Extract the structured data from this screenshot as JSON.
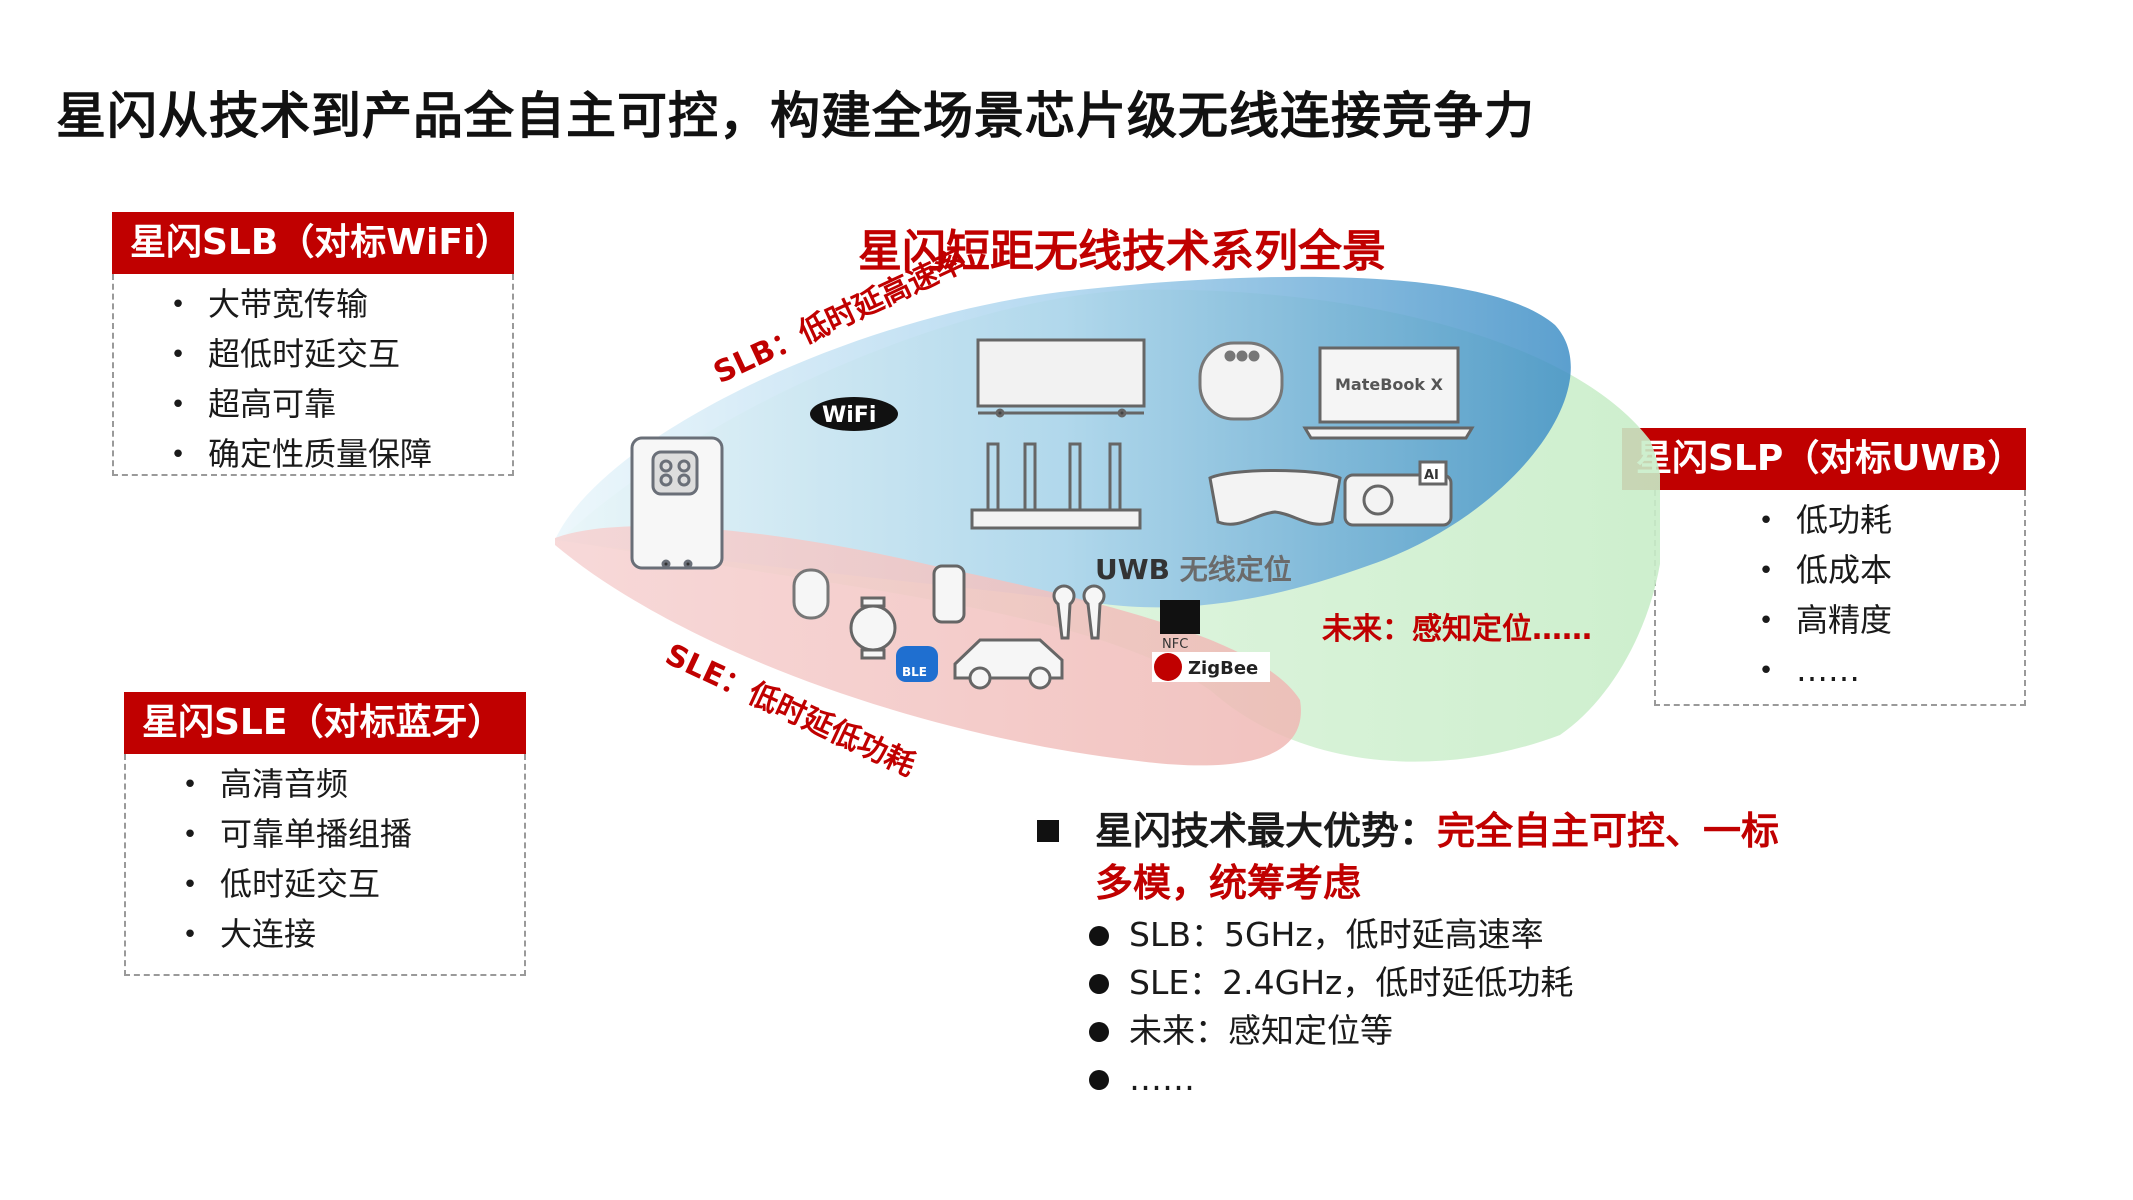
{
  "slide": {
    "title": "星闪从技术到产品全自主可控，构建全场景芯片级无线连接竞争力"
  },
  "panels": {
    "slb": {
      "header": "星闪SLB（对标WiFi）",
      "items": [
        "大带宽传输",
        "超低时延交互",
        "超高可靠",
        "确定性质量保障"
      ]
    },
    "sle": {
      "header": "星闪SLE（对标蓝牙）",
      "items": [
        "高清音频",
        "可靠单播组播",
        "低时延交互",
        "大连接"
      ]
    },
    "slp": {
      "header": "星闪SLP（对标UWB）",
      "items": [
        "低功耗",
        "低成本",
        "高精度",
        "……"
      ]
    }
  },
  "diagram": {
    "title": "星闪短距无线技术系列全景",
    "slb_label": "SLB：低时延高速率",
    "sle_label": "SLE：低时延低功耗",
    "uwb_label": "UWB",
    "uwb_sub": "无线定位",
    "future_label": "未来：感知定位……",
    "logos": {
      "wifi": "WiFi",
      "ble": "BLE",
      "nfc": "NFC",
      "zigbee": "ZigBee",
      "matebook": "MateBook X",
      "ai": "AI"
    },
    "icons": [
      "smartphone-icon",
      "tv-icon",
      "router-icon",
      "smart-speaker-icon",
      "laptop-icon",
      "vr-glasses-icon",
      "projector-icon",
      "mouse-icon",
      "smartwatch-icon",
      "fitness-band-icon",
      "earbuds-icon",
      "car-icon",
      "bluetooth-icon",
      "nfc-icon",
      "zigbee-icon",
      "wifi-logo-icon"
    ],
    "colors": {
      "slb_region": "#8cc4e6",
      "sle_region": "#f2b8b8",
      "slp_region": "#c6ecc6",
      "accent_red": "#c00000"
    }
  },
  "advantage": {
    "head_black": "星闪技术最大优势：",
    "head_red_1": "完全自主可控、一标",
    "head_red_2": "多模，统筹考虑",
    "items": [
      "SLB：5GHz，低时延高速率",
      "SLE：2.4GHz，低时延低功耗",
      "未来：感知定位等",
      "……"
    ]
  }
}
